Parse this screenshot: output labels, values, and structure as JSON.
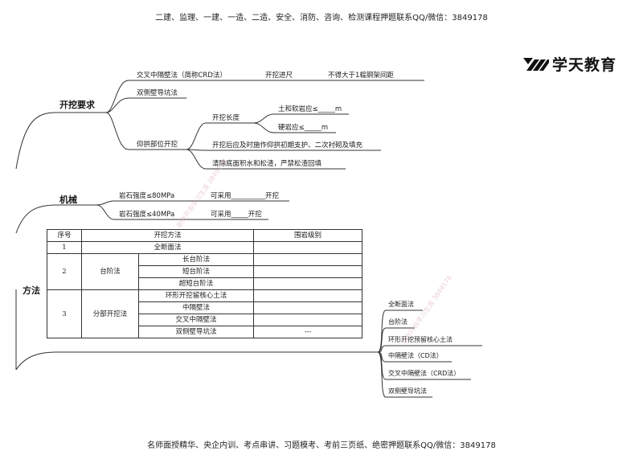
{
  "header": {
    "text": "二建、监理、一建、一造、二造、安全、消防、咨询、检测课程押题联系QQ/微信：3849178"
  },
  "footer": {
    "text": "名师面授精华、央企内训、考点串讲、习题模考、考前三页纸、绝密押题联系QQ/微信：3849178"
  },
  "logo": {
    "text": "学天教育"
  },
  "watermark": {
    "text": "助你开启学习生涯 3849178"
  },
  "excavation": {
    "title": "开挖要求",
    "crd_label": "交叉中隔壁法（简称CRD法）",
    "advance_label": "开挖进尺",
    "advance_value": "不得大于1榀钢架间距",
    "double_wall_label": "双侧壁导坑法",
    "invert_label": "仰拱部位开挖",
    "length_label": "开挖长度",
    "soil_label": "土和软岩应≤_____m",
    "rock_label": "硬岩应≤_____m",
    "support_label": "开挖后应及时施作仰拱初期支护、二次衬砌及填充",
    "clean_label": "清除底面积水和松渣，严禁松渣回填"
  },
  "machinery": {
    "title": "机械",
    "row1_label": "岩石强度≤80MPa",
    "row1_value": "可采用__________开挖",
    "row2_label": "岩石强度≤40MPa",
    "row2_value": "可采用_____开挖"
  },
  "method": {
    "title": "方法",
    "table": {
      "headers": [
        "序号",
        "开挖方法",
        "围岩级别"
      ],
      "rows": [
        {
          "no": "1",
          "group": "",
          "method": "全断面法",
          "grade": ""
        },
        {
          "no": "2",
          "group": "台阶法",
          "method": "长台阶法",
          "grade": ""
        },
        {
          "no": "",
          "group": "",
          "method": "短台阶法",
          "grade": ""
        },
        {
          "no": "",
          "group": "",
          "method": "超短台阶法",
          "grade": ""
        },
        {
          "no": "3",
          "group": "分部开挖法",
          "method": "环形开挖留核心土法",
          "grade": ""
        },
        {
          "no": "",
          "group": "",
          "method": "中隔壁法",
          "grade": ""
        },
        {
          "no": "",
          "group": "",
          "method": "交叉中隔壁法",
          "grade": ""
        },
        {
          "no": "",
          "group": "",
          "method": "双侧壁导坑法",
          "grade": "---"
        }
      ]
    },
    "branches": [
      "全断面法",
      "台阶法",
      "环形开挖预留核心土法",
      "中隔壁法（CD法）",
      "交叉中隔壁法（CRD法）",
      "双侧壁导坑法"
    ]
  },
  "colors": {
    "line": "#333333",
    "text": "#1a1a1a"
  }
}
